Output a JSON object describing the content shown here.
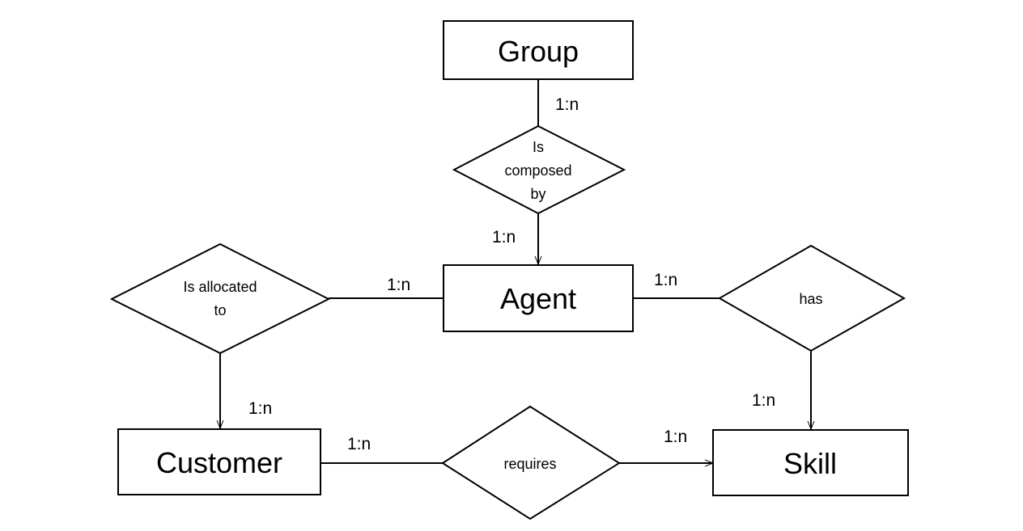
{
  "entities": {
    "group": "Group",
    "agent": "Agent",
    "customer": "Customer",
    "skill": "Skill"
  },
  "relationships": {
    "is_composed_by": [
      "Is",
      "composed",
      "by"
    ],
    "is_allocated_to": [
      "Is allocated",
      "to"
    ],
    "has": [
      "has"
    ],
    "requires": [
      "requires"
    ]
  },
  "cardinalities": {
    "group_composed": "1:n",
    "composed_agent": "1:n",
    "agent_allocated": "1:n",
    "allocated_customer": "1:n",
    "agent_has": "1:n",
    "has_skill": "1:n",
    "customer_requires": "1:n",
    "requires_skill": "1:n"
  }
}
